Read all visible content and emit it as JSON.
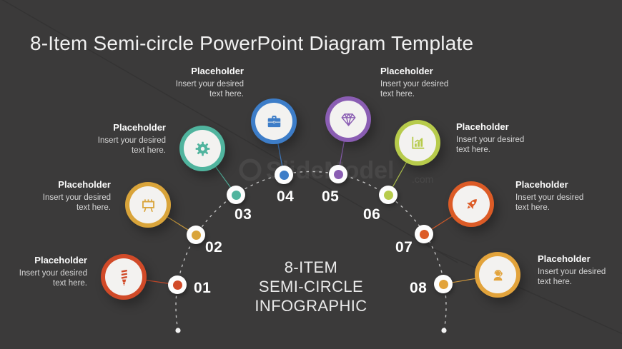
{
  "slide": {
    "title": "8-Item Semi-circle PowerPoint Diagram Template"
  },
  "center_caption": {
    "line1": "8-ITEM",
    "line2": "SEMI-CIRCLE",
    "line3": "INFOGRAPHIC"
  },
  "watermark": {
    "text": "SlideModel",
    "suffix": ".com"
  },
  "colors": {
    "background": "#3b3a3a",
    "arc": "#d9d9d9",
    "title_text": "#f1f1f1",
    "body_text": "#d6d6d6"
  },
  "diagram": {
    "type": "semi-circle-infographic",
    "items": [
      {
        "number": "01",
        "label": "Placeholder",
        "description": "Insert your desired text here.",
        "color": "#d14a28",
        "icon": "cfl-bulb-icon"
      },
      {
        "number": "02",
        "label": "Placeholder",
        "description": "Insert your desired text here.",
        "color": "#d9a43a",
        "icon": "billboard-icon"
      },
      {
        "number": "03",
        "label": "Placeholder",
        "description": "Insert your desired text here.",
        "color": "#50b49e",
        "icon": "gear-icon"
      },
      {
        "number": "04",
        "label": "Placeholder",
        "description": "Insert your desired text here.",
        "color": "#3d7dc8",
        "icon": "briefcase-icon"
      },
      {
        "number": "05",
        "label": "Placeholder",
        "description": "Insert your desired text here.",
        "color": "#8a5db3",
        "icon": "diamond-icon"
      },
      {
        "number": "06",
        "label": "Placeholder",
        "description": "Insert your desired text here.",
        "color": "#b7cb4b",
        "icon": "bar-chart-icon"
      },
      {
        "number": "07",
        "label": "Placeholder",
        "description": "Insert your desired text here.",
        "color": "#dc5b26",
        "icon": "rocket-icon"
      },
      {
        "number": "08",
        "label": "Placeholder",
        "description": "Insert your desired text here.",
        "color": "#e2a33b",
        "icon": "support-agent-icon"
      }
    ]
  }
}
